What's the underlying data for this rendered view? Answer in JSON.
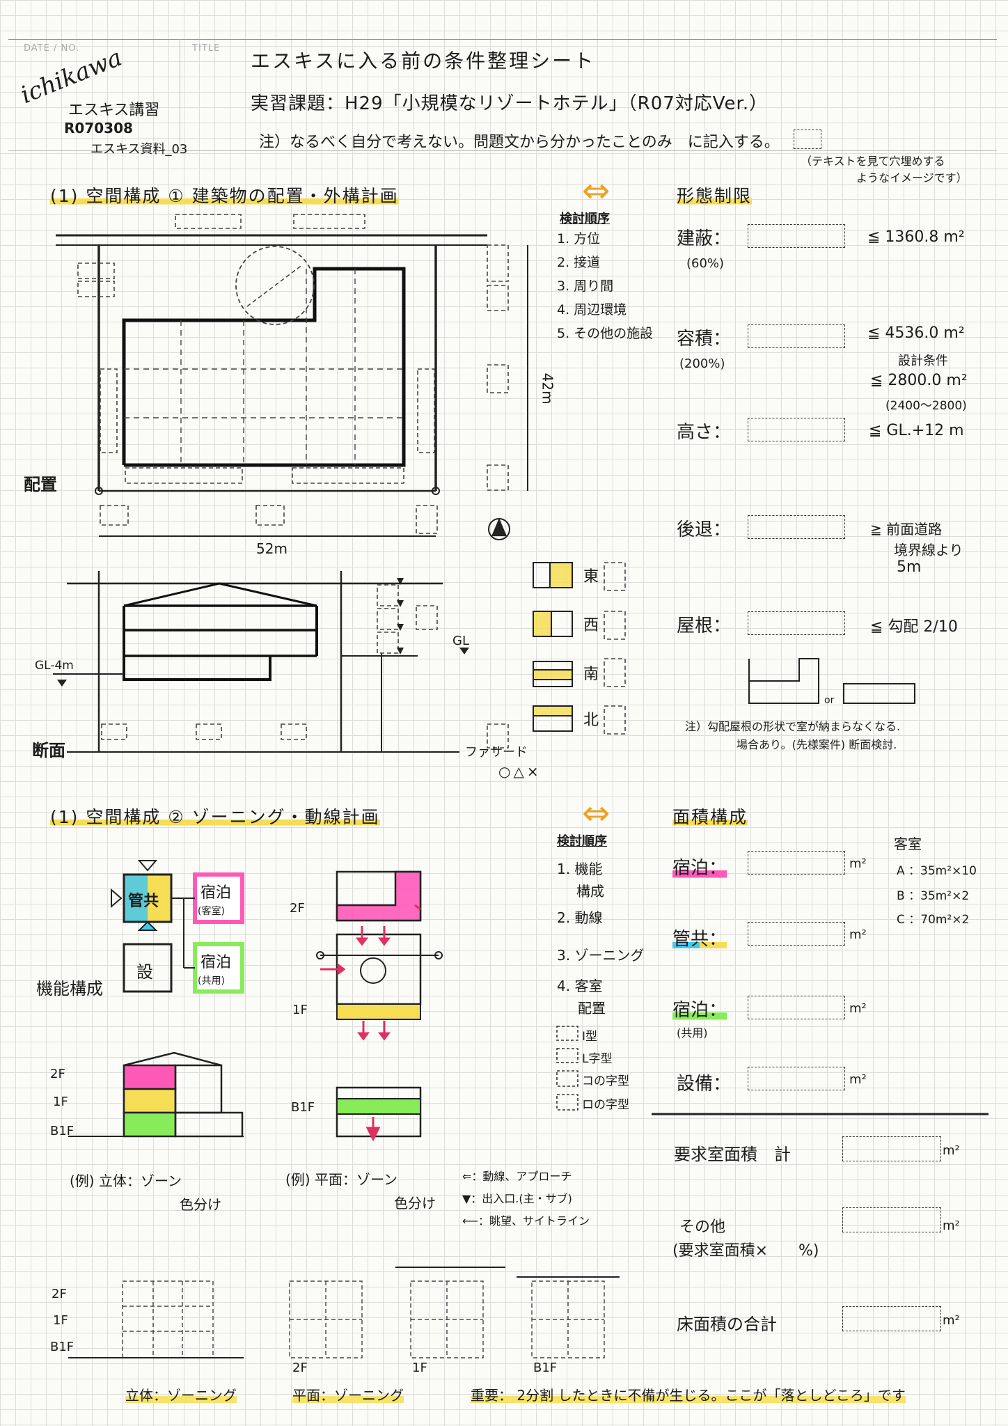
{
  "header": {
    "date_label": "DATE / NO.",
    "title_label": "TITLE",
    "signature": "ichikawa",
    "course": "エスキス講習",
    "date_code": "R070308",
    "doc_no": "エスキス資料_03",
    "title": "エスキスに入る前の条件整理シート",
    "subject": "実習課題：H29「小規模なリゾートホテル」（R07対応Ver.）",
    "note": "注）なるべく自分で考えない。問題文から分かったことのみ　に記入する。",
    "note_sub1": "（テキストを見て穴埋めする",
    "note_sub2": "ようなイメージです）"
  },
  "section1": {
    "heading": "(1) 空間構成 ① 建築物の配置・外構計画",
    "arrow_glyph": "⇔",
    "dim_width": "52m",
    "dim_depth": "42m",
    "layout_label": "配置",
    "section_label": "断面",
    "gl_label": "GL",
    "gl_minus": "GL-4m",
    "facade_label": "ファサード",
    "facade_marks": "○△×",
    "order_title": "検討順序",
    "order": [
      "1. 方位",
      "2. 接道",
      "3. 周り間",
      "4. 周辺環境",
      "5. その他の施設"
    ],
    "directions": [
      "東",
      "西",
      "南",
      "北"
    ]
  },
  "form_limits": {
    "heading": "形態制限",
    "coverage_label": "建蔽：",
    "coverage_pct": "(60%)",
    "coverage_value": "≦ 1360.8 m²",
    "far_label": "容積：",
    "far_pct": "(200%)",
    "far_value": "≦ 4536.0 m²",
    "design_cond": "設計条件",
    "design_value": "≦ 2800.0 m²",
    "design_range": "(2400〜2800)",
    "height_label": "高さ：",
    "height_value": "≦ GL.+12 m",
    "setback_label": "後退：",
    "setback_value1": "≧ 前面道路",
    "setback_value2": "境界線より",
    "setback_value3": "5m",
    "roof_label": "屋根：",
    "roof_value": "≦ 勾配 2/10",
    "roof_or": "or",
    "roof_note1": "注）勾配屋根の形状で室が納まらなくなる.",
    "roof_note2": "場合あり。(先様案件) 断面検討."
  },
  "section2": {
    "heading": "(1) 空間構成 ② ゾーニング・動線計画",
    "arrow_glyph": "⇔",
    "func_label": "機能構成",
    "zone_kankyo": "管共",
    "zone_shukuhaku": "宿泊",
    "zone_shukuhaku_sub": "(客室)",
    "zone_setsu": "設",
    "zone_shukuhaku2": "宿泊",
    "zone_shukuhaku2_sub": "(共用)",
    "floors": [
      "2F",
      "1F",
      "B1F"
    ],
    "ex_3d": "(例) 立体：ゾーン",
    "ex_3d_sub": "色分け",
    "ex_plan": "(例) 平面：ゾーン",
    "ex_plan_sub": "色分け",
    "legend_flow": "⇐：動線、アプローチ",
    "legend_entry": "▼：出入口.(主・サブ)",
    "legend_view": "⟵：眺望、サイトライン",
    "order_title": "検討順序",
    "order": [
      "1. 機能",
      "構成",
      "2. 動線",
      "3. ゾーニング",
      "4. 客室",
      "配置"
    ],
    "shapes": [
      "I型",
      "L字型",
      "コの字型",
      "ロの字型"
    ],
    "bottom_3d": "立体：ゾーニング",
    "bottom_plan": "平面：ゾーニング",
    "important": "重要： 2分割 したときに不備が生じる。ここが「落としどころ」です"
  },
  "area": {
    "heading": "面積構成",
    "rooms_label": "客室",
    "rooms": [
      "A ：35m²×10",
      "B ：35m²×2",
      "C ：70m²×2"
    ],
    "shukuhaku_label": "宿泊：",
    "kankyo_label": "管共：",
    "shukuhaku2_label": "宿泊：",
    "shukuhaku2_sub": "(共用)",
    "setsubi_label": "設備：",
    "unit": "m²",
    "required_label": "要求室面積　計",
    "other_label": "その他",
    "other_sub": "(要求室面積×　　%)",
    "total_label": "床面積の合計"
  },
  "colors": {
    "yellow": "#f5dd55",
    "pink": "#ff59b8",
    "green": "#88ec5a",
    "cyan": "#44c8ee",
    "orange": "#f0a020"
  }
}
